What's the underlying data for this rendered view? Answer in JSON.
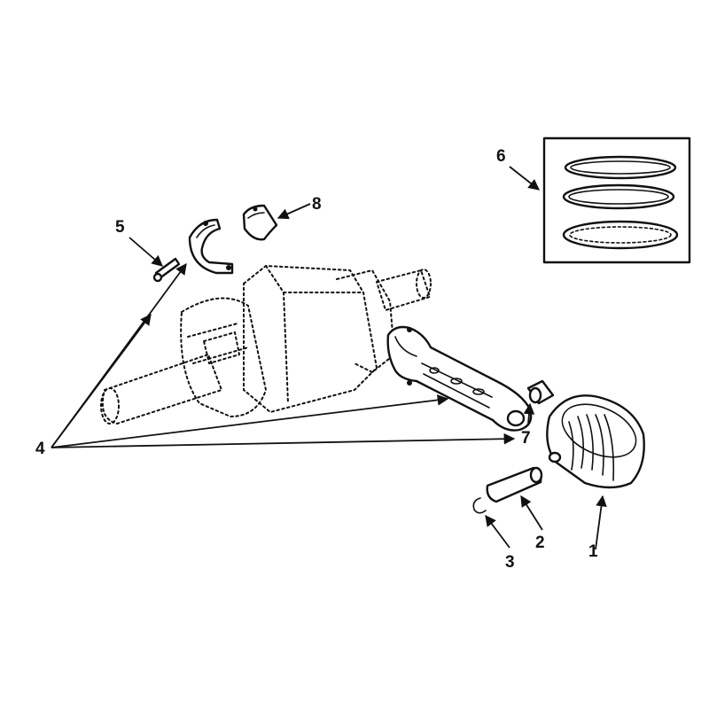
{
  "callouts": {
    "piston": "1",
    "piston_pin": "2",
    "retaining_ring": "3",
    "rod_bearing_group": "4",
    "rod_cap_bolt": "5",
    "piston_rings": "6",
    "pin_bushing": "7",
    "bearing_insert": "8"
  },
  "colors": {
    "ink": "#111111",
    "paper": "#ffffff"
  }
}
